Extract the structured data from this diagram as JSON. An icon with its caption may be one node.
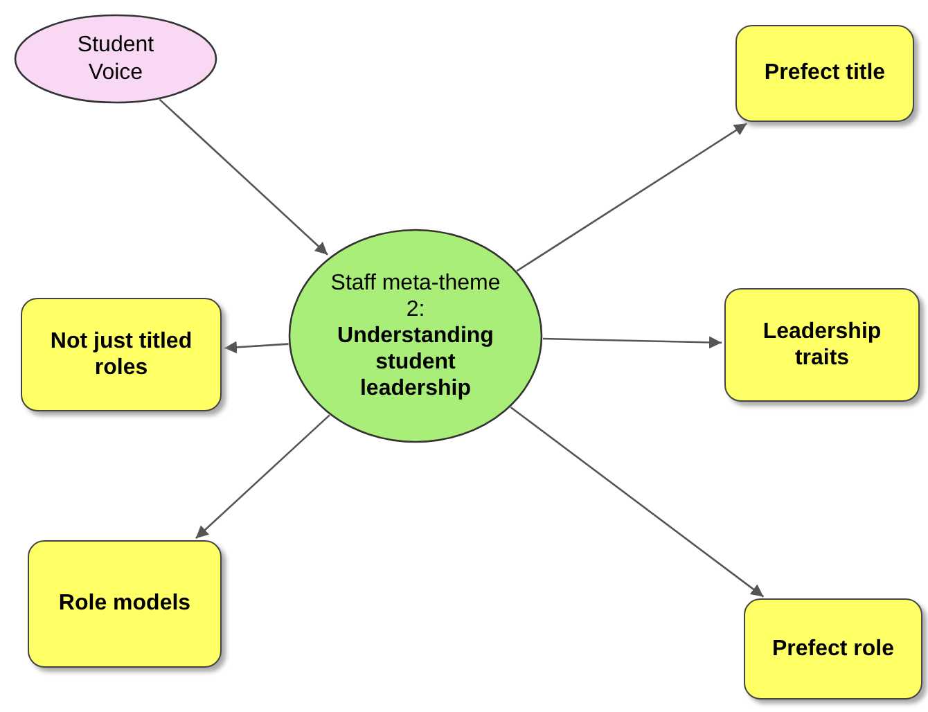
{
  "diagram": {
    "nodes": [
      {
        "text": [
          "Student Voice"
        ]
      },
      {
        "text": [
          "Prefect title"
        ]
      },
      {
        "text": [
          "Staff meta-theme 2:",
          "Understanding student leadership"
        ]
      },
      {
        "text": [
          "Not just titled roles"
        ]
      },
      {
        "text": [
          "Leadership traits"
        ]
      },
      {
        "text": [
          "Role models"
        ]
      },
      {
        "text": [
          "Prefect role"
        ]
      }
    ],
    "edges": [
      {
        "from": 0,
        "to": 2,
        "arrow": "to"
      },
      {
        "from": 2,
        "to": 1,
        "arrow": "to"
      },
      {
        "from": 2,
        "to": 3,
        "arrow": "to"
      },
      {
        "from": 2,
        "to": 4,
        "arrow": "to"
      },
      {
        "from": 2,
        "to": 5,
        "arrow": "to"
      },
      {
        "from": 2,
        "to": 6,
        "arrow": "to"
      }
    ]
  }
}
